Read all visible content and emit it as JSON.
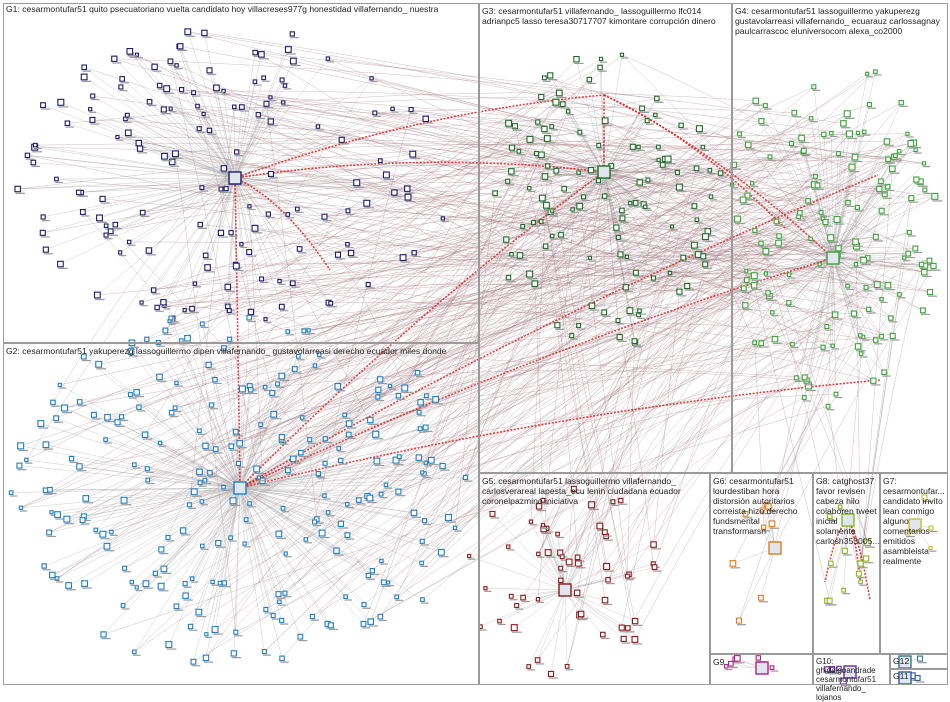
{
  "graph": {
    "groups": [
      {
        "id": "G1",
        "label": "G1: cesarmontufar51 quito psecuatoriano vuelta candidato hoy villacreses977g honestidad villafernando_ nuestra",
        "color": "#1c1d6b"
      },
      {
        "id": "G2",
        "label": "G2: cesarmontufar51 yakuperezg lassoguillermo dipen villafernando_ gustavolarreasi derecho ecuador miles donde",
        "color": "#1f7fc6"
      },
      {
        "id": "G3",
        "label": "G3: cesarmontufar51 villafernando_ lassoguillermo lfc014 adrianpc5 lasso teresa30717707 kimontare corrupción dinero",
        "color": "#1f6b2a"
      },
      {
        "id": "G4",
        "label": "G4: cesarmontufar51 lassoguillermo yakuperezg gustavolarreasi villafernando_ ecuarauz carlossagnay paulcarrascoc eluniversocom alexa_co2000",
        "color": "#3aa53a"
      },
      {
        "id": "G5",
        "label": "G5: cesarmontufar51 lassoguillermo villafernando_ carlosverareal lapesta_ecu lenin ciudadana ecuador coronelpazmino iniciativa",
        "color": "#8b1a1a"
      },
      {
        "id": "G6",
        "label": "G6: cesarmontufar51 lourdestiban hora distorsión autoritarios correista hizo derecho fundsmental transformarsn",
        "color": "#e07a1a"
      },
      {
        "id": "G7",
        "label": "G7: cesarmontufar... candidato invito lean conmigo alguno comentarios emitidos asambleista realmente",
        "color": "#c8c030"
      },
      {
        "id": "G8",
        "label": "G8: catghost37 favor revisen cabeza hilo colaboren tweet inicial solamente carlosh353005...",
        "color": "#8ab820"
      },
      {
        "id": "G9",
        "label": "G9",
        "color": "#b0208a"
      },
      {
        "id": "G10",
        "label": "G10: ghidalgoandrade cesarmontufar51 villafernando_ lojanos",
        "color": "#6a2aa0"
      },
      {
        "id": "G11",
        "label": "G11",
        "color": "#2a5aa0"
      },
      {
        "id": "G12",
        "label": "G12",
        "color": "#2a7a8a"
      }
    ],
    "edge_color": "#9b6e78",
    "highlight_edge_color": "#e02020"
  }
}
